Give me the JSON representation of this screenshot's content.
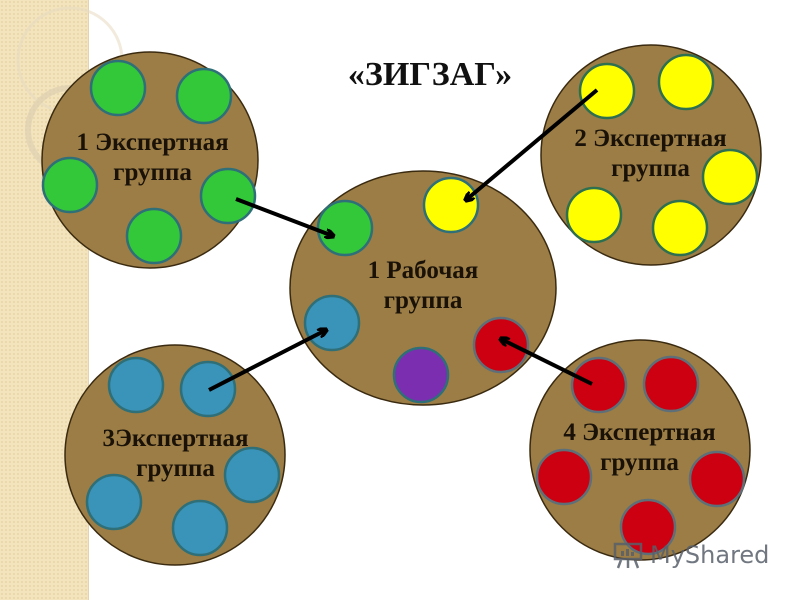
{
  "title": "«ЗИГЗАГ»",
  "colors": {
    "background": "#ffffff",
    "strip": "#f3e4bd",
    "group_fill": "#9b7d45",
    "group_stroke": "#3a2a10",
    "member_stroke": "#2e6f78",
    "arrow": "#000000",
    "green": "#33c73a",
    "yellow": "#ffff00",
    "blue": "#3a93b8",
    "red": "#cc0010",
    "purple": "#7b2fb0"
  },
  "expert_groups": [
    {
      "label_line1": "1 Экспертная",
      "label_line2": "группа",
      "member_color": "green"
    },
    {
      "label_line1": "2 Экспертная",
      "label_line2": "группа",
      "member_color": "yellow"
    },
    {
      "label_line1": "3Экспертная",
      "label_line2": "группа",
      "member_color": "blue"
    },
    {
      "label_line1": "4 Экспертная",
      "label_line2": "группа",
      "member_color": "red"
    }
  ],
  "working_group": {
    "label_line1": "1 Рабочая",
    "label_line2": "группа",
    "members": [
      "green",
      "yellow",
      "blue",
      "purple",
      "red"
    ]
  },
  "watermark": {
    "text": "MyShared",
    "icon": "presentation-board-icon"
  }
}
